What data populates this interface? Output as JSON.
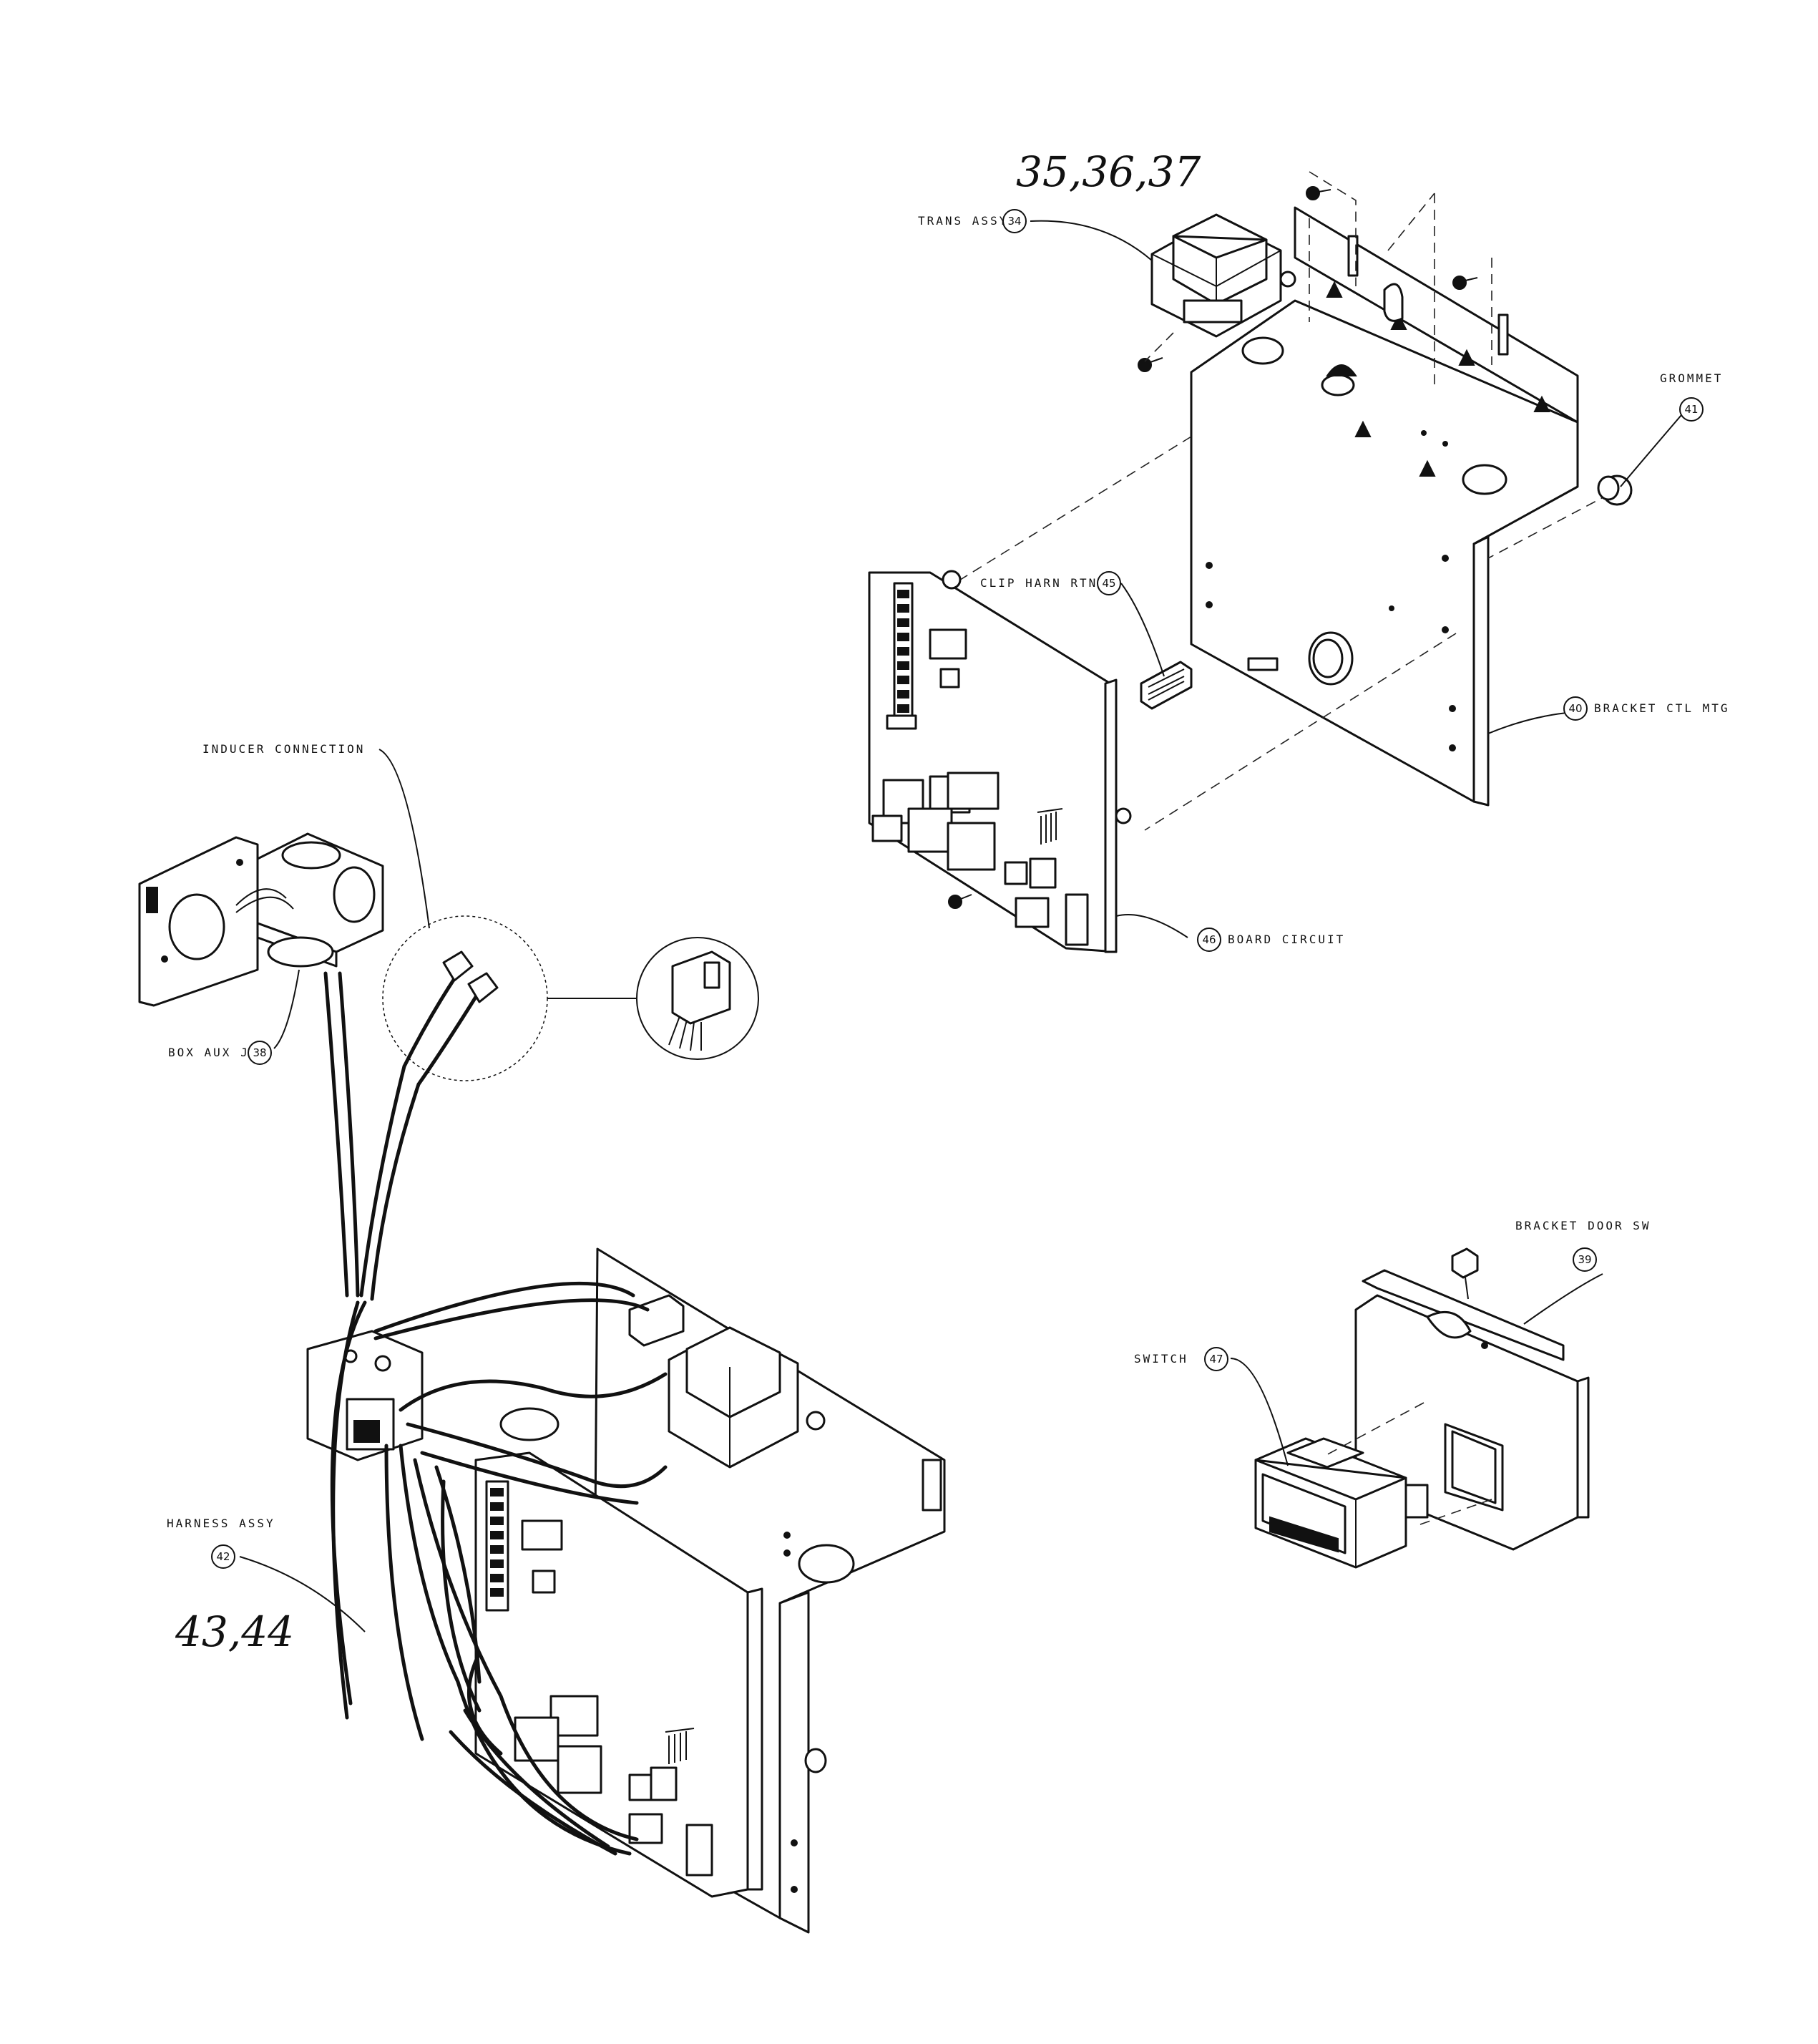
{
  "callouts": [
    {
      "id": "trans-assy",
      "label": "TRANS ASSY",
      "number": "34"
    },
    {
      "id": "grommet",
      "label": "GROMMET",
      "number": "41"
    },
    {
      "id": "clip-harn-rtnr",
      "label": "CLIP HARN RTNR",
      "number": "45"
    },
    {
      "id": "bracket-ctl-mtg",
      "label": "BRACKET CTL MTG",
      "number": "40"
    },
    {
      "id": "board-circuit",
      "label": "BOARD CIRCUIT",
      "number": "46"
    },
    {
      "id": "inducer-connection",
      "label": "INDUCER CONNECTION",
      "number": ""
    },
    {
      "id": "box-aux-j",
      "label": "BOX AUX J",
      "number": "38"
    },
    {
      "id": "bracket-door-sw",
      "label": "BRACKET DOOR SW",
      "number": "39"
    },
    {
      "id": "switch",
      "label": "SWITCH",
      "number": "47"
    },
    {
      "id": "harness-assy",
      "label": "HARNESS ASSY",
      "number": "42"
    }
  ],
  "handwritten": {
    "top_numbers": "35,36,37",
    "bottom_numbers": "43,44"
  },
  "colors": {
    "ink": "#111111",
    "paper": "#ffffff"
  }
}
